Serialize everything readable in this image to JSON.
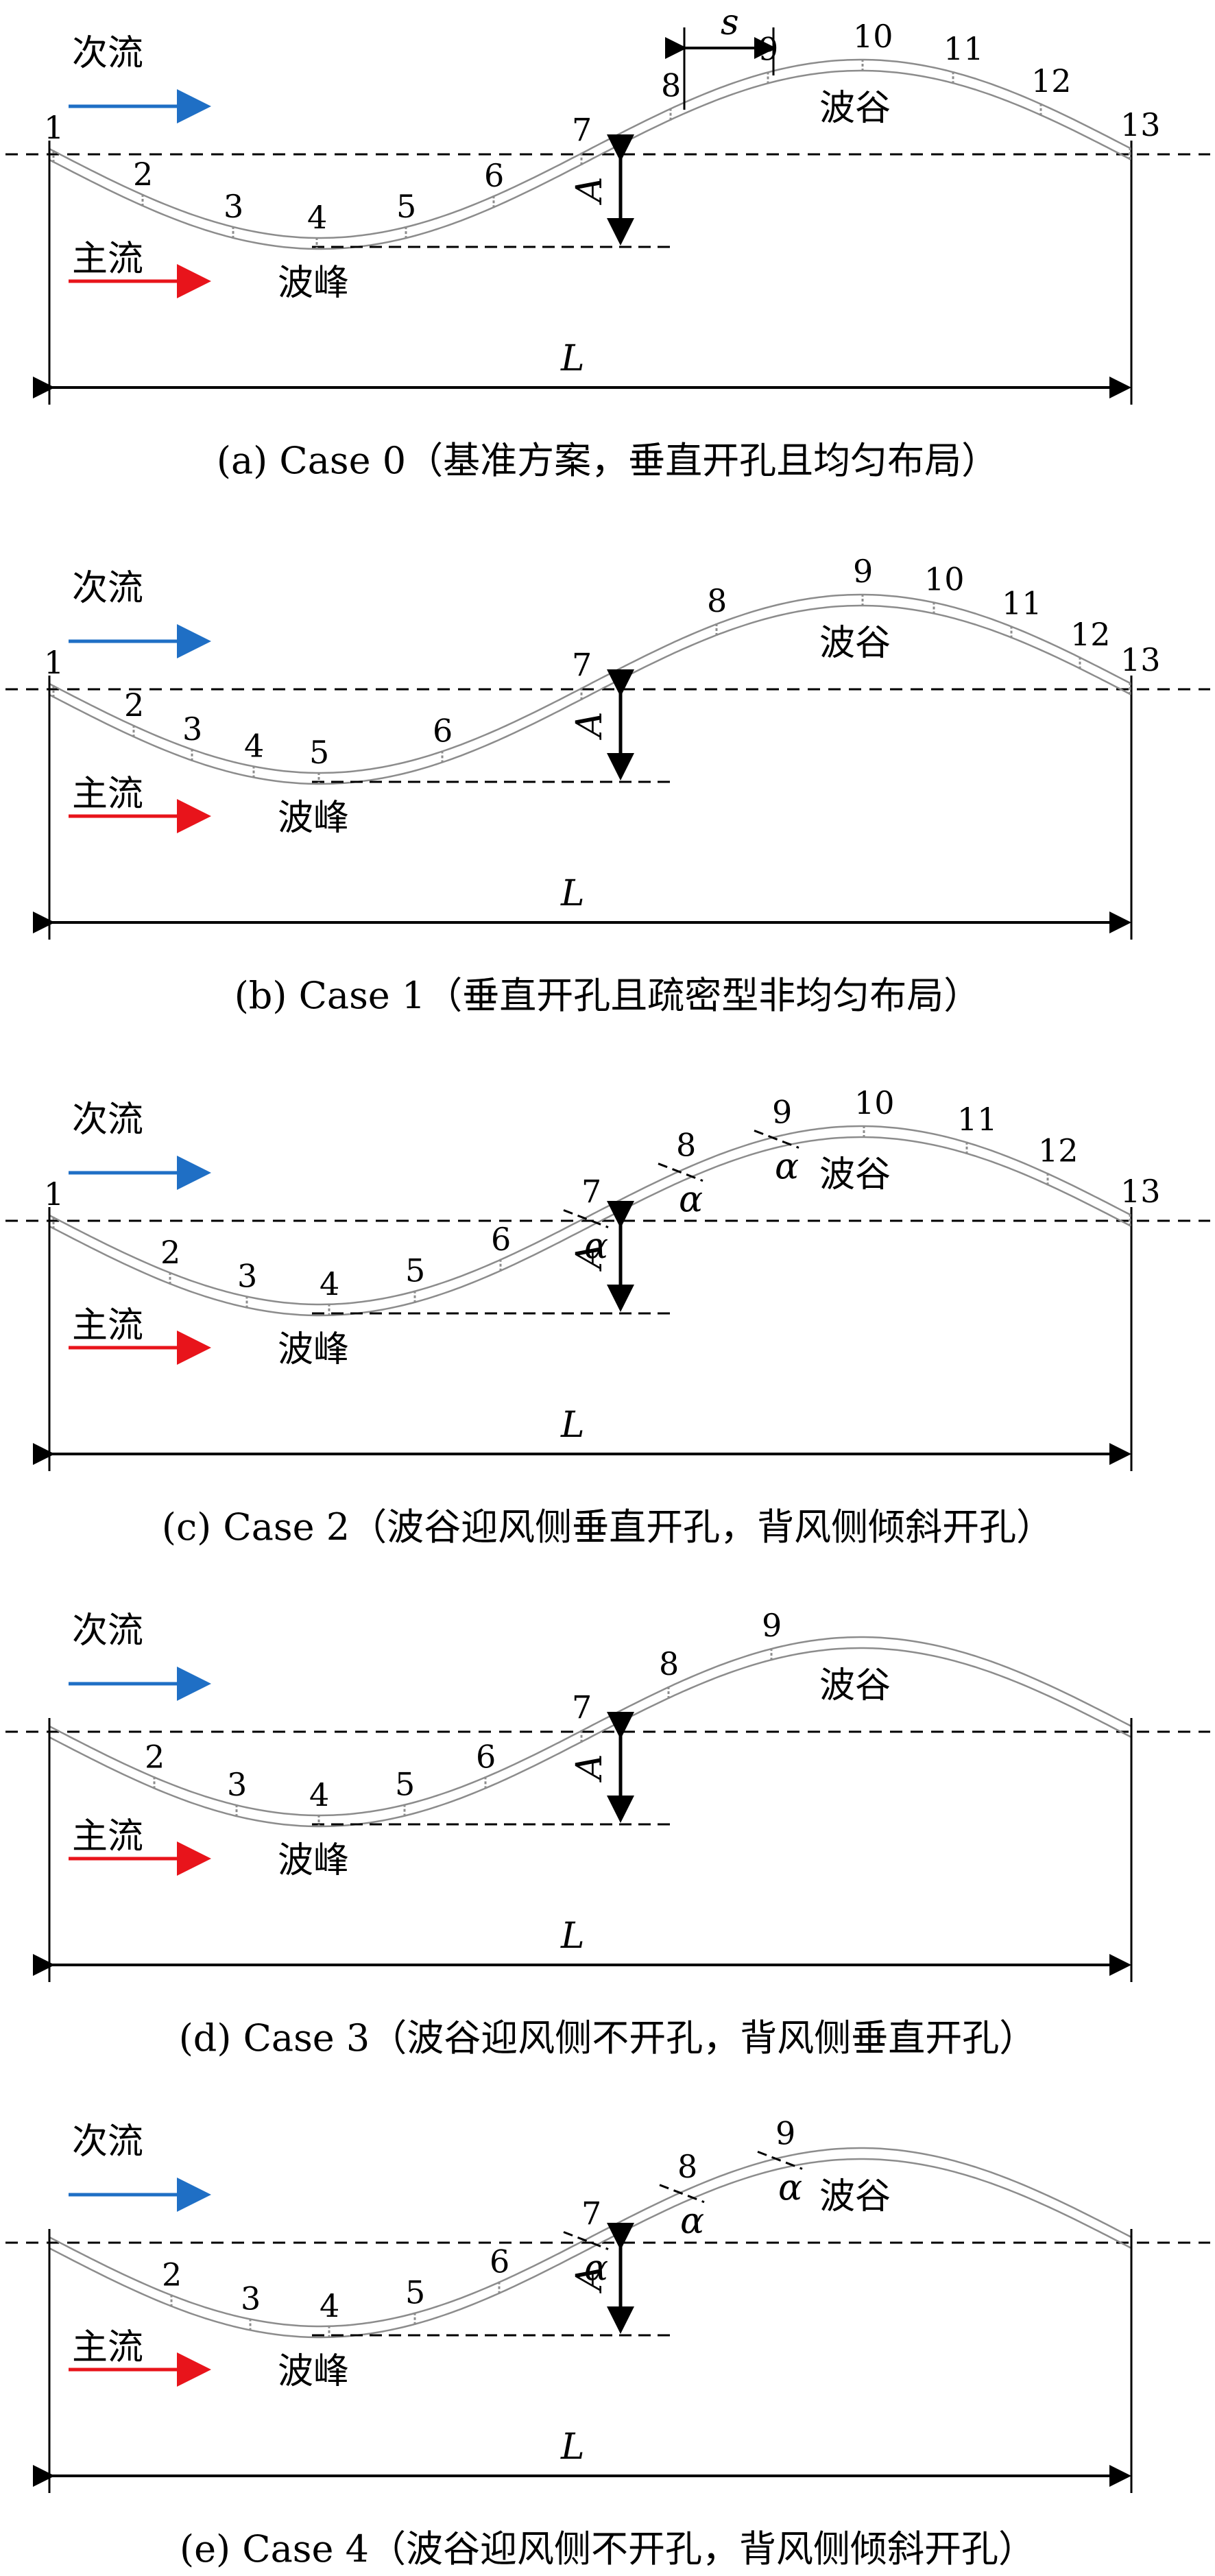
{
  "labels": {
    "secondary_flow": "次流",
    "main_flow": "主流",
    "crest": "波峰",
    "trough": "波谷",
    "length_symbol": "L",
    "amplitude_symbol": "A",
    "spacing_symbol": "s",
    "angle_symbol": "α"
  },
  "colors": {
    "secondary_flow_arrow": "#1f6fc5",
    "main_flow_arrow": "#e8141b",
    "line": "#000000",
    "wall": "#8c8c8c"
  },
  "panels": [
    {
      "id": "case0",
      "caption": "(a) Case 0（基准方案，垂直开孔且均匀布局）",
      "holes": [
        "1",
        "2",
        "3",
        "4",
        "5",
        "6",
        "7",
        "8",
        "9",
        "10",
        "11",
        "12",
        "13"
      ],
      "angled_holes": [],
      "show_spacing": true
    },
    {
      "id": "case1",
      "caption": "(b) Case 1（垂直开孔且疏密型非均匀布局）",
      "holes": [
        "1",
        "2",
        "3",
        "4",
        "5",
        "6",
        "7",
        "8",
        "9",
        "10",
        "11",
        "12",
        "13"
      ],
      "angled_holes": [],
      "show_spacing": false
    },
    {
      "id": "case2",
      "caption": "(c) Case 2（波谷迎风侧垂直开孔，背风侧倾斜开孔）",
      "holes": [
        "1",
        "2",
        "3",
        "4",
        "5",
        "6",
        "7",
        "8",
        "9",
        "10",
        "11",
        "12",
        "13"
      ],
      "angled_holes": [
        "7",
        "8",
        "9"
      ],
      "show_spacing": false
    },
    {
      "id": "case3",
      "caption": "(d) Case 3（波谷迎风侧不开孔，背风侧垂直开孔）",
      "holes": [
        "2",
        "3",
        "4",
        "5",
        "6",
        "7",
        "8",
        "9"
      ],
      "angled_holes": [],
      "show_spacing": false
    },
    {
      "id": "case4",
      "caption": "(e) Case 4（波谷迎风侧不开孔，背风侧倾斜开孔）",
      "holes": [
        "2",
        "3",
        "4",
        "5",
        "6",
        "7",
        "8",
        "9"
      ],
      "angled_holes": [
        "7",
        "8",
        "9"
      ],
      "show_spacing": false
    }
  ]
}
